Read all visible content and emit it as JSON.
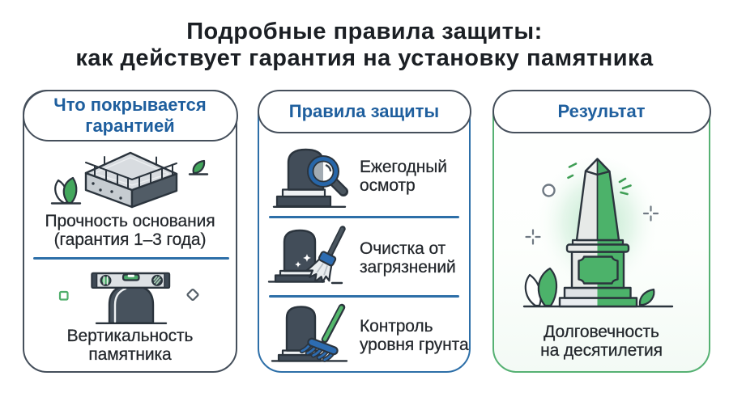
{
  "title": {
    "line1": "Подробные правила защиты:",
    "line2": "как действует гарантия на установку памятника"
  },
  "colors": {
    "background": "#ffffff",
    "title_text": "#1b1f24",
    "header_text_blue": "#1f5f9e",
    "card1_border": "#454f5b",
    "card2_border": "#2d6fa8",
    "card3_border": "#56b173",
    "divider_blue": "#2d6fa8",
    "body_text": "#23272c",
    "illustration_dark": "#424d59",
    "illustration_green": "#4cb26a",
    "illustration_blue": "#2d6cb1"
  },
  "cards": [
    {
      "id": "coverage",
      "header_line1": "Что покрывается",
      "header_line2": "гарантией",
      "items": [
        {
          "icon": "foundation-slab",
          "label_line1": "Прочность основания",
          "label_line2": "(гарантия 1–3 года)"
        },
        {
          "icon": "spirit-level-on-monument",
          "label_line1": "Вертикальность",
          "label_line2": "памятника"
        }
      ]
    },
    {
      "id": "rules",
      "header": "Правила защиты",
      "items": [
        {
          "icon": "gravestone-magnifier",
          "label_line1": "Ежегодный",
          "label_line2": "осмотр"
        },
        {
          "icon": "gravestone-broom",
          "label_line1": "Очистка от",
          "label_line2": "загрязнений"
        },
        {
          "icon": "gravestone-rake",
          "label_line1": "Контроль",
          "label_line2": "уровня грунта"
        }
      ]
    },
    {
      "id": "result",
      "header": "Результат",
      "items": [
        {
          "icon": "green-obelisk-monument",
          "label_line1": "Долговечность",
          "label_line2": "на десятилетия"
        }
      ]
    }
  ]
}
